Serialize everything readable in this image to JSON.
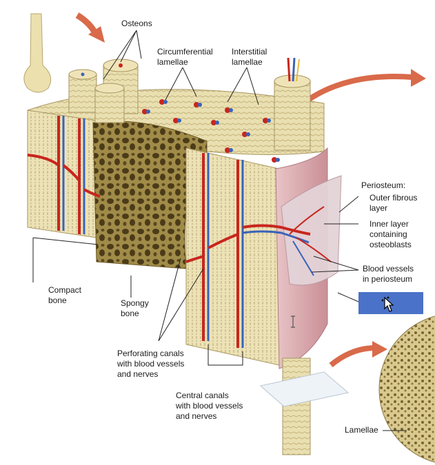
{
  "labels": {
    "osteons": "Osteons",
    "circumferential": "Circumferential\nlamellae",
    "interstitial": "Interstitial\nlamellae",
    "periosteum_title": "Periosteum:",
    "outer_fibrous": "Outer fibrous\nlayer",
    "inner_layer": "Inner layer\ncontaining\nosteoblasts",
    "blood_vessels_periosteum": "Blood vessels\nin periosteum",
    "compact_bone": "Compact\nbone",
    "spongy_bone": "Spongy\nbone",
    "perforating": "Perforating canals\nwith blood vessels\nand nerves",
    "central_canals": "Central canals\nwith blood vessels\nand nerves",
    "lamellae": "Lamellae"
  },
  "colors": {
    "bone": "#e8dca8",
    "bone_dark": "#b9a66a",
    "spongy": "#8c7a3e",
    "artery": "#c8261e",
    "vein": "#3a62b8",
    "periosteum": "#d9a9ae",
    "arrow": "#d96a4a",
    "highlight_box": "#4a72c8"
  }
}
